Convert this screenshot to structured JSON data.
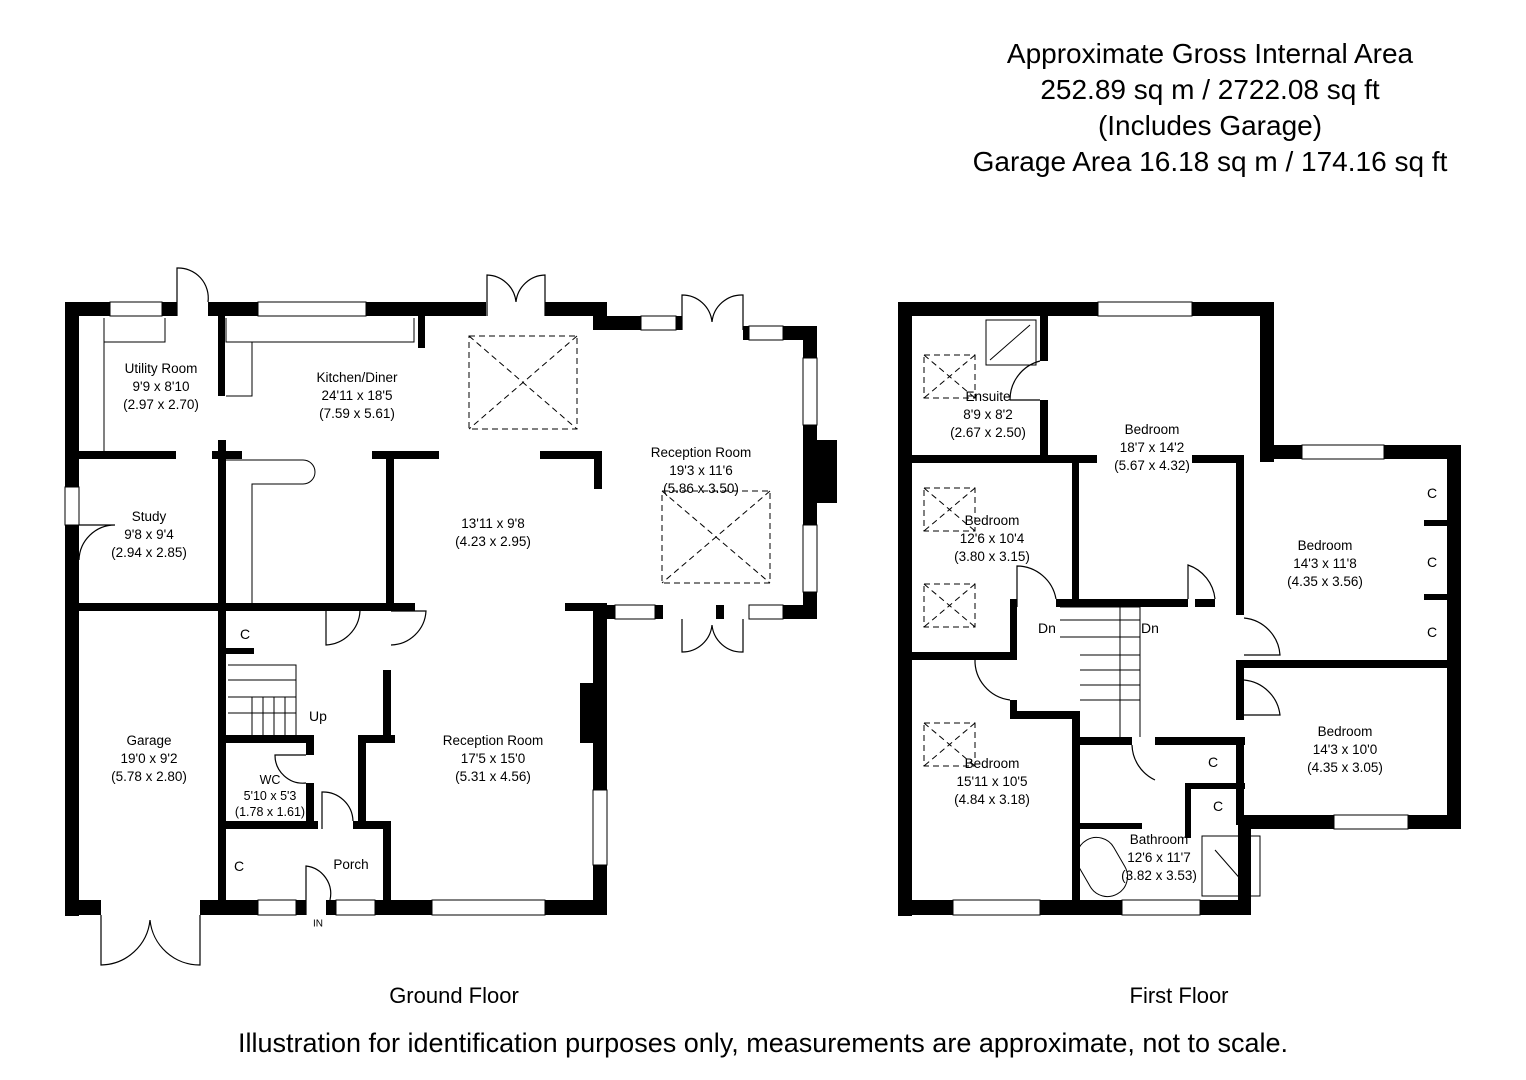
{
  "header": {
    "line1": "Approximate Gross Internal Area",
    "line2": "252.89 sq m / 2722.08 sq ft",
    "line3": "(Includes Garage)",
    "line4": "Garage Area 16.18 sq m / 174.16 sq ft"
  },
  "ground_floor": {
    "title": "Ground Floor",
    "rooms": [
      {
        "name": "Utility Room",
        "imperial": "9'9 x 8'10",
        "metric": "(2.97 x 2.70)"
      },
      {
        "name": "Kitchen/Diner",
        "imperial": "24'11 x 18'5",
        "metric": "(7.59 x 5.61)"
      },
      {
        "name": "",
        "imperial": "13'11 x 9'8",
        "metric": "(4.23 x 2.95)"
      },
      {
        "name": "Reception Room",
        "imperial": "19'3 x 11'6",
        "metric": "(5.86 x 3.50)"
      },
      {
        "name": "Study",
        "imperial": "9'8 x 9'4",
        "metric": "(2.94 x 2.85)"
      },
      {
        "name": "Garage",
        "imperial": "19'0 x 9'2",
        "metric": "(5.78 x 2.80)"
      },
      {
        "name": "WC",
        "imperial": "5'10 x 5'3",
        "metric": "(1.78 x 1.61)"
      },
      {
        "name": "Reception Room",
        "imperial": "17'5 x 15'0",
        "metric": "(5.31 x 4.56)"
      },
      {
        "name": "Porch",
        "imperial": "",
        "metric": ""
      }
    ],
    "marks": {
      "cupboard": "C",
      "stairs_up": "Up",
      "entrance": "IN"
    }
  },
  "first_floor": {
    "title": "First Floor",
    "rooms": [
      {
        "name": "Ensuite",
        "imperial": "8'9 x 8'2",
        "metric": "(2.67 x 2.50)"
      },
      {
        "name": "Bedroom",
        "imperial": "18'7 x 14'2",
        "metric": "(5.67 x 4.32)"
      },
      {
        "name": "Bedroom",
        "imperial": "12'6 x 10'4",
        "metric": "(3.80 x 3.15)"
      },
      {
        "name": "Bedroom",
        "imperial": "14'3 x 11'8",
        "metric": "(4.35 x 3.56)"
      },
      {
        "name": "Bedroom",
        "imperial": "15'11 x 10'5",
        "metric": "(4.84 x 3.18)"
      },
      {
        "name": "Bedroom",
        "imperial": "14'3 x 10'0",
        "metric": "(4.35 x 3.05)"
      },
      {
        "name": "Bathroom",
        "imperial": "12'6 x 11'7",
        "metric": "(3.82 x 3.53)"
      }
    ],
    "marks": {
      "cupboard": "C",
      "stairs_down": "Dn"
    }
  },
  "footer": {
    "disclaimer": "Illustration for identification purposes only, measurements are approximate, not to scale."
  }
}
